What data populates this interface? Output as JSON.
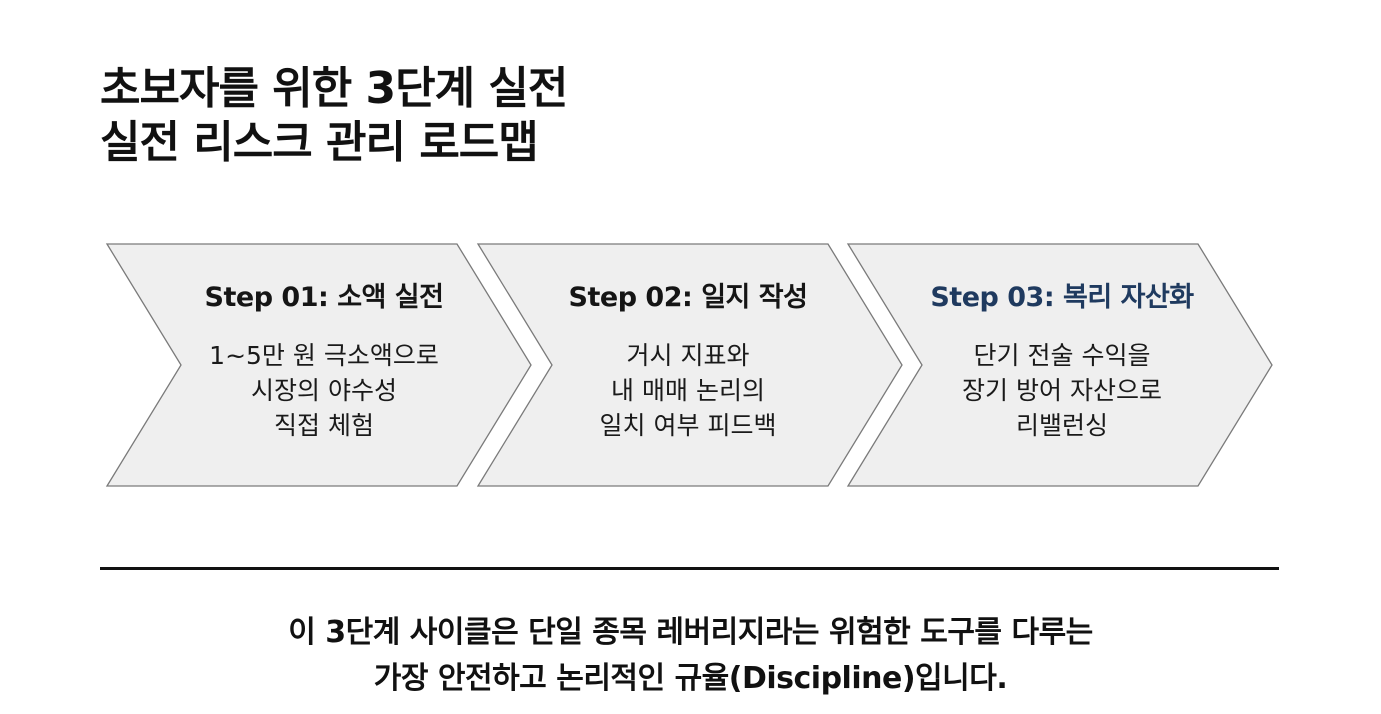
{
  "title": {
    "line1": "초보자를 위한 3단계 실전",
    "line2": "실전 리스크 관리 로드맵"
  },
  "steps": [
    {
      "title": "Step 01: 소액 실전",
      "desc": [
        "1~5만 원 극소액으로",
        "시장의 야수성",
        "직접 체험"
      ]
    },
    {
      "title": "Step 02: 일지 작성",
      "desc": [
        "거시 지표와",
        "내 매매 논리의",
        "일치 여부 피드백"
      ]
    },
    {
      "title": "Step 03: 복리 자산화",
      "desc": [
        "단기 전술 수익을",
        "장기 방어 자산으로",
        "리밸런싱"
      ]
    }
  ],
  "summary": {
    "line1": "이 3단계 사이클은 단일 종목 레버리지라는 위험한 도구를 다루는",
    "line2": "가장 안전하고 논리적인 규율(Discipline)입니다."
  },
  "colors": {
    "chevron_fill": "#efefef",
    "chevron_stroke": "#7a7a7a",
    "step3_title": "#1f3a5f",
    "text": "#111111"
  }
}
